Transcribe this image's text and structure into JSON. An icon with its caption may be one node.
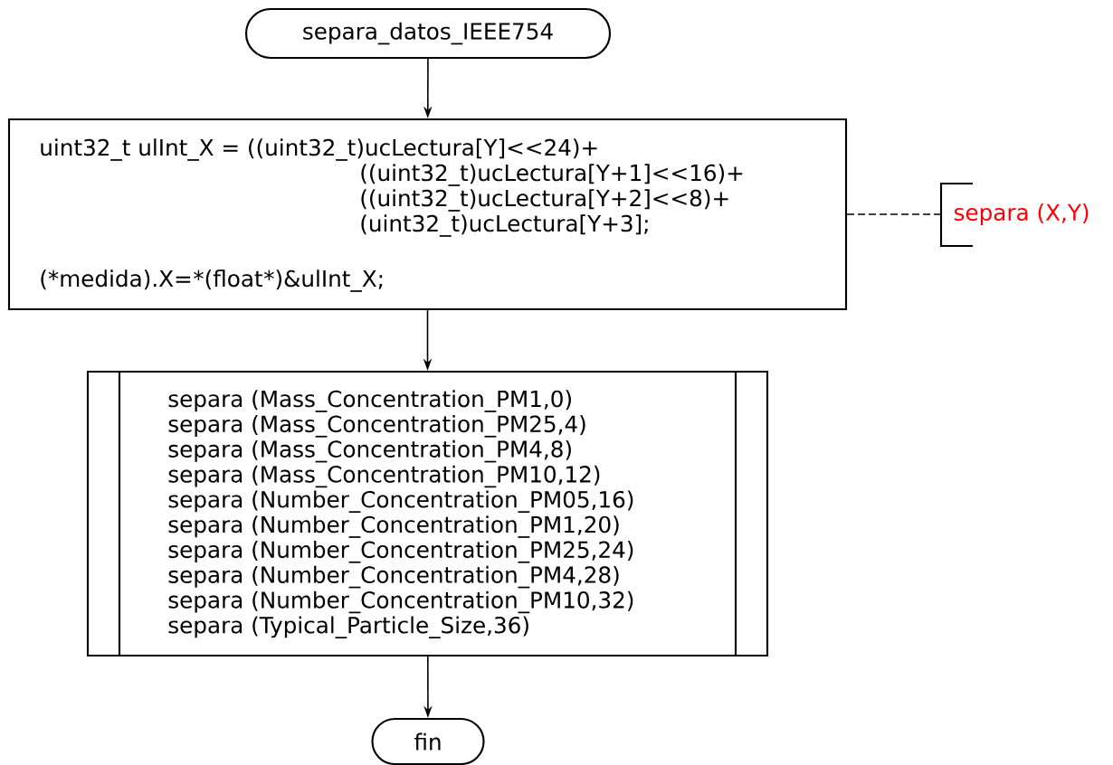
{
  "diagram": {
    "nodes": [
      {
        "text": [
          "separa_datos_IEEE754"
        ]
      },
      {
        "text": [
          "uint32_t ulInt_X = ((uint32_t)ucLectura[Y]<<24)+",
          "((uint32_t)ucLectura[Y+1]<<16)+",
          "((uint32_t)ucLectura[Y+2]<<8)+",
          "(uint32_t)ucLectura[Y+3];",
          "(*medida).X=",
          "*(float",
          "*)&ulInt_X;"
        ]
      },
      {
        "text": [
          "separa (X,Y)"
        ]
      },
      {
        "text": [
          "separa (Mass_Concentration_PM1,0)",
          "separa (Mass_Concentration_PM25,4)",
          "separa (Mass_Concentration_PM4,8)",
          "separa (Mass_Concentration_PM10,12)",
          "separa (Number_Concentration_PM05,16)",
          "separa (Number_Concentration_PM1,20)",
          "separa (Number_Concentration_PM25,24)",
          "separa (Number_Concentration_PM4,28)",
          "separa (Number_Concentration_PM10,32)",
          "separa (Typical_Particle_Size,36)"
        ]
      },
      {
        "text": [
          "fin"
        ]
      }
    ],
    "edges": [
      {
        "from": 0,
        "to": 1,
        "arrow": "to"
      },
      {
        "from": 1,
        "to": 3,
        "arrow": "to"
      },
      {
        "from": 3,
        "to": 4,
        "arrow": "to"
      },
      {
        "from": 1,
        "to": 2,
        "arrow": "none",
        "style": "dashed"
      }
    ]
  }
}
